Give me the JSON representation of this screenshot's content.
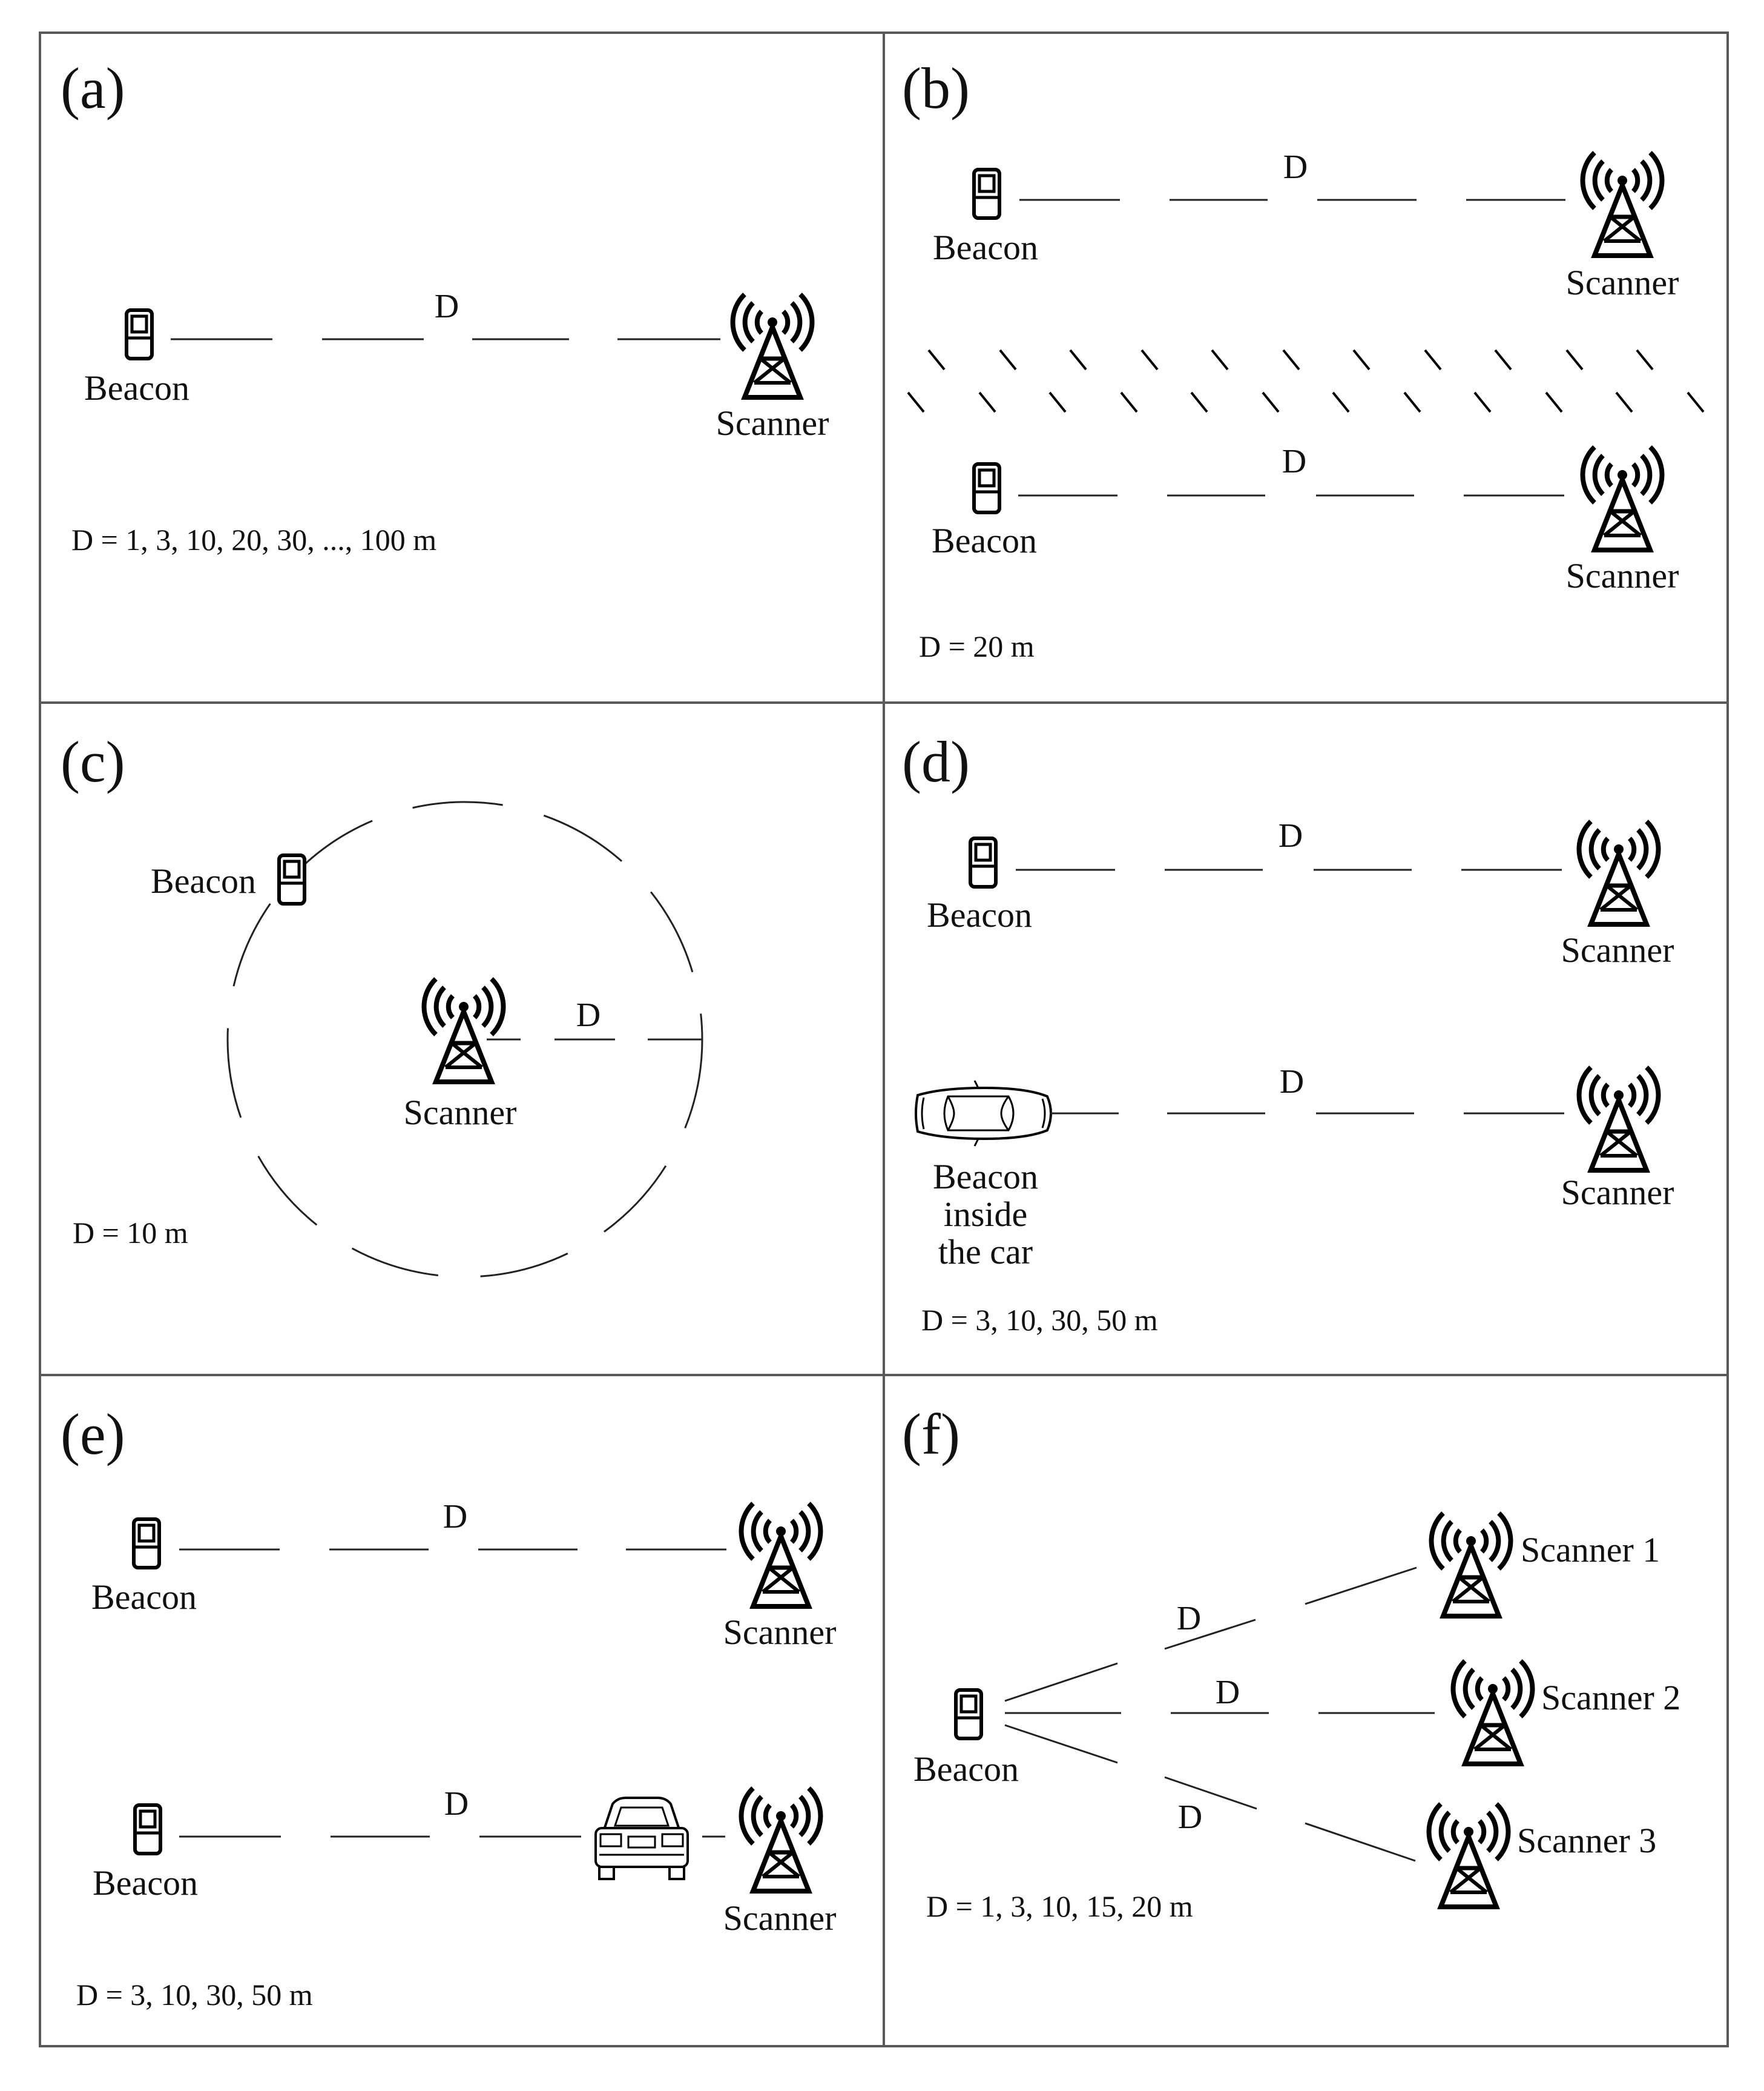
{
  "panels": {
    "a": {
      "label": "(a)",
      "beacon": "Beacon",
      "scanner": "Scanner",
      "distance": "D",
      "note": "D = 1, 3, 10, 20, 30, ..., 100 m"
    },
    "b": {
      "label": "(b)",
      "beacon_top": "Beacon",
      "scanner_top": "Scanner",
      "distance_top": "D",
      "beacon_bottom": "Beacon",
      "scanner_bottom": "Scanner",
      "distance_bottom": "D",
      "note": "D = 20 m"
    },
    "c": {
      "label": "(c)",
      "beacon": "Beacon",
      "scanner": "Scanner",
      "distance": "D",
      "note": "D = 10 m"
    },
    "d": {
      "label": "(d)",
      "beacon_top": "Beacon",
      "scanner_top": "Scanner",
      "distance_top": "D",
      "car_label_line1": "Beacon",
      "car_label_line2": "inside",
      "car_label_line3": "the car",
      "scanner_bottom": "Scanner",
      "distance_bottom": "D",
      "note": "D = 3, 10, 30, 50 m"
    },
    "e": {
      "label": "(e)",
      "beacon_top": "Beacon",
      "scanner_top": "Scanner",
      "distance_top": "D",
      "beacon_bottom": "Beacon",
      "scanner_bottom": "Scanner",
      "distance_bottom": "D",
      "note": "D = 3, 10, 30, 50 m"
    },
    "f": {
      "label": "(f)",
      "beacon": "Beacon",
      "distance_1": "D",
      "distance_2": "D",
      "distance_3": "D",
      "scanner_1": "Scanner 1",
      "scanner_2": "Scanner 2",
      "scanner_3": "Scanner 3",
      "note": "D = 1, 3, 10, 15, 20 m"
    }
  }
}
